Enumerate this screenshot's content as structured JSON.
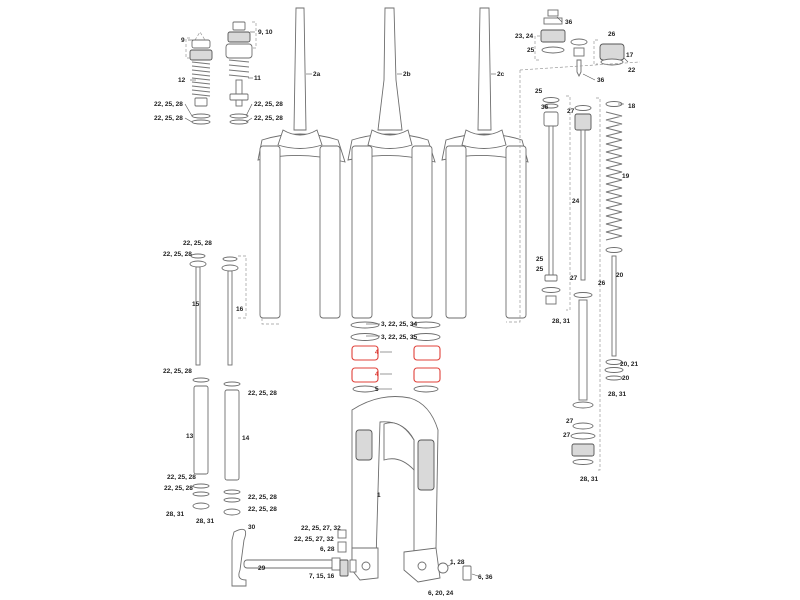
{
  "callouts": {
    "c_9": "9",
    "c_9_10": "9, 10",
    "c_12": "12",
    "c_11": "11",
    "c_22_25_28_a": "22, 25, 28",
    "c_22_25_28_b": "22, 25, 28",
    "c_22_25_28_c": "22, 25, 28",
    "c_22_25_28_d": "22, 25, 28",
    "c_2a": "2a",
    "c_2b": "2b",
    "c_2c": "2c",
    "c_36_top": "36",
    "c_23_24": "23, 24",
    "c_25_top": "25",
    "c_26_top": "26",
    "c_17": "17",
    "c_22_top": "22",
    "c_36_mid": "36",
    "c_25_r1": "25",
    "c_36_r1": "36",
    "c_27_r1": "27",
    "c_18": "18",
    "c_24": "24",
    "c_19": "19",
    "c_25_r2": "25",
    "c_25_r3": "25",
    "c_27_r2": "27",
    "c_26_r": "26",
    "c_20": "20",
    "c_28_31_r1": "28, 31",
    "c_20_21": "20, 21",
    "c_20_b": "20",
    "c_28_31_r2": "28, 31",
    "c_27_r3": "27",
    "c_27_r4": "27",
    "c_28_31_r3": "28, 31",
    "c_22_25_28_e": "22, 25, 28",
    "c_22_25_28_f": "22, 25, 28",
    "c_15": "15",
    "c_16": "16",
    "c_22_25_28_g": "22, 25, 28",
    "c_22_25_28_h": "22, 25, 28",
    "c_13": "13",
    "c_14": "14",
    "c_22_25_28_i": "22, 25, 28",
    "c_22_25_28_j": "22, 25, 28",
    "c_22_25_28_k": "22, 25, 28",
    "c_22_25_28_l": "22, 25, 28",
    "c_28_31_a": "28, 31",
    "c_28_31_b": "28, 31",
    "c_3_34": "3, 22, 25, 34",
    "c_3_35": "3, 22, 25, 35",
    "c_4a": "4",
    "c_4b": "4",
    "c_5": "5",
    "c_1": "1",
    "c_30": "30",
    "c_29": "29",
    "c_22_25_27_32_a": "22, 25, 27, 32",
    "c_22_25_27_32_b": "22, 25, 27, 32",
    "c_6_28": "6, 28",
    "c_7_15_16": "7, 15, 16",
    "c_1_28": "1, 28",
    "c_6_36": "6, 36",
    "c_6_20_24": "6, 20, 24"
  },
  "colors": {
    "line": "#6e6e6e",
    "highlight": "#e0413a",
    "text": "#222222"
  }
}
